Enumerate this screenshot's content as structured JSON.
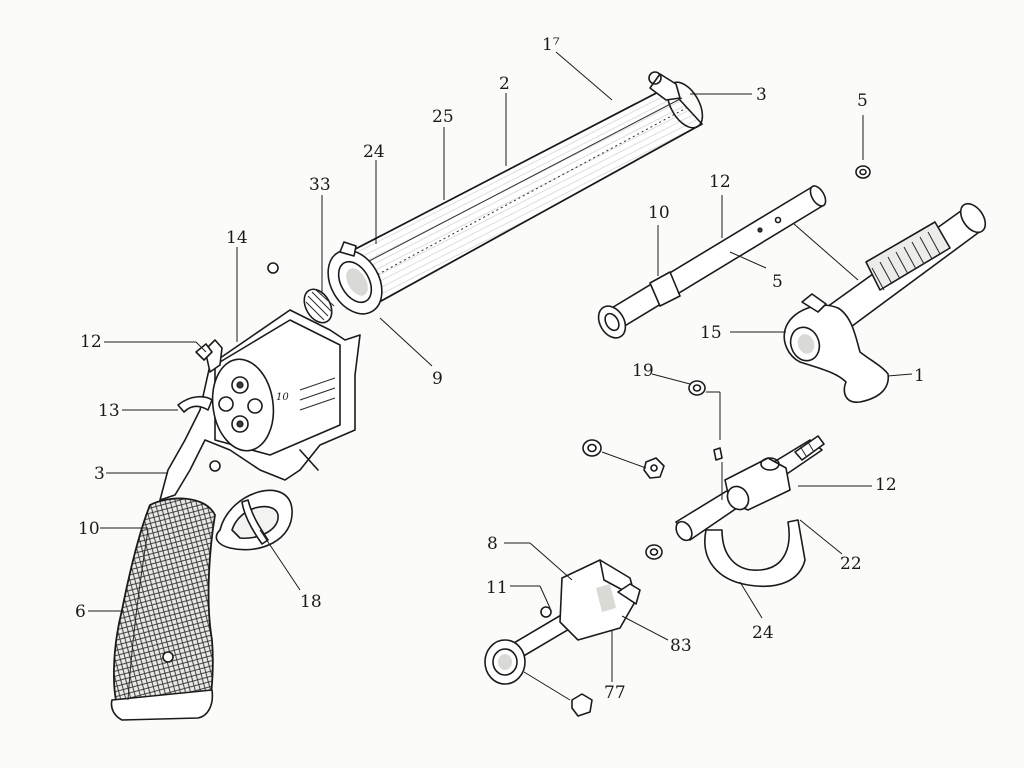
{
  "labels": [
    {
      "id": "l-17-top",
      "text": "1⁷"
    },
    {
      "id": "l-2",
      "text": "2"
    },
    {
      "id": "l-3-top",
      "text": "3"
    },
    {
      "id": "l-25",
      "text": "25"
    },
    {
      "id": "l-24-top",
      "text": "24"
    },
    {
      "id": "l-33",
      "text": "33"
    },
    {
      "id": "l-14",
      "text": "14"
    },
    {
      "id": "l-12-left",
      "text": "12"
    },
    {
      "id": "l-13",
      "text": "13"
    },
    {
      "id": "l-3-left",
      "text": "3"
    },
    {
      "id": "l-10-left",
      "text": "10"
    },
    {
      "id": "l-6",
      "text": "6"
    },
    {
      "id": "l-18",
      "text": "18"
    },
    {
      "id": "l-9",
      "text": "9"
    },
    {
      "id": "l-5-top",
      "text": "5"
    },
    {
      "id": "l-12-rod",
      "text": "12"
    },
    {
      "id": "l-10-rod",
      "text": "10"
    },
    {
      "id": "l-5-rod",
      "text": "5"
    },
    {
      "id": "l-15",
      "text": "15"
    },
    {
      "id": "l-1",
      "text": "1"
    },
    {
      "id": "l-19",
      "text": "19"
    },
    {
      "id": "l-12-right",
      "text": "12"
    },
    {
      "id": "l-22",
      "text": "22"
    },
    {
      "id": "l-24-right",
      "text": "24"
    },
    {
      "id": "l-8",
      "text": "8"
    },
    {
      "id": "l-11",
      "text": "11"
    },
    {
      "id": "l-83",
      "text": "83"
    },
    {
      "id": "l-77",
      "text": "77"
    }
  ],
  "engraving": "10"
}
